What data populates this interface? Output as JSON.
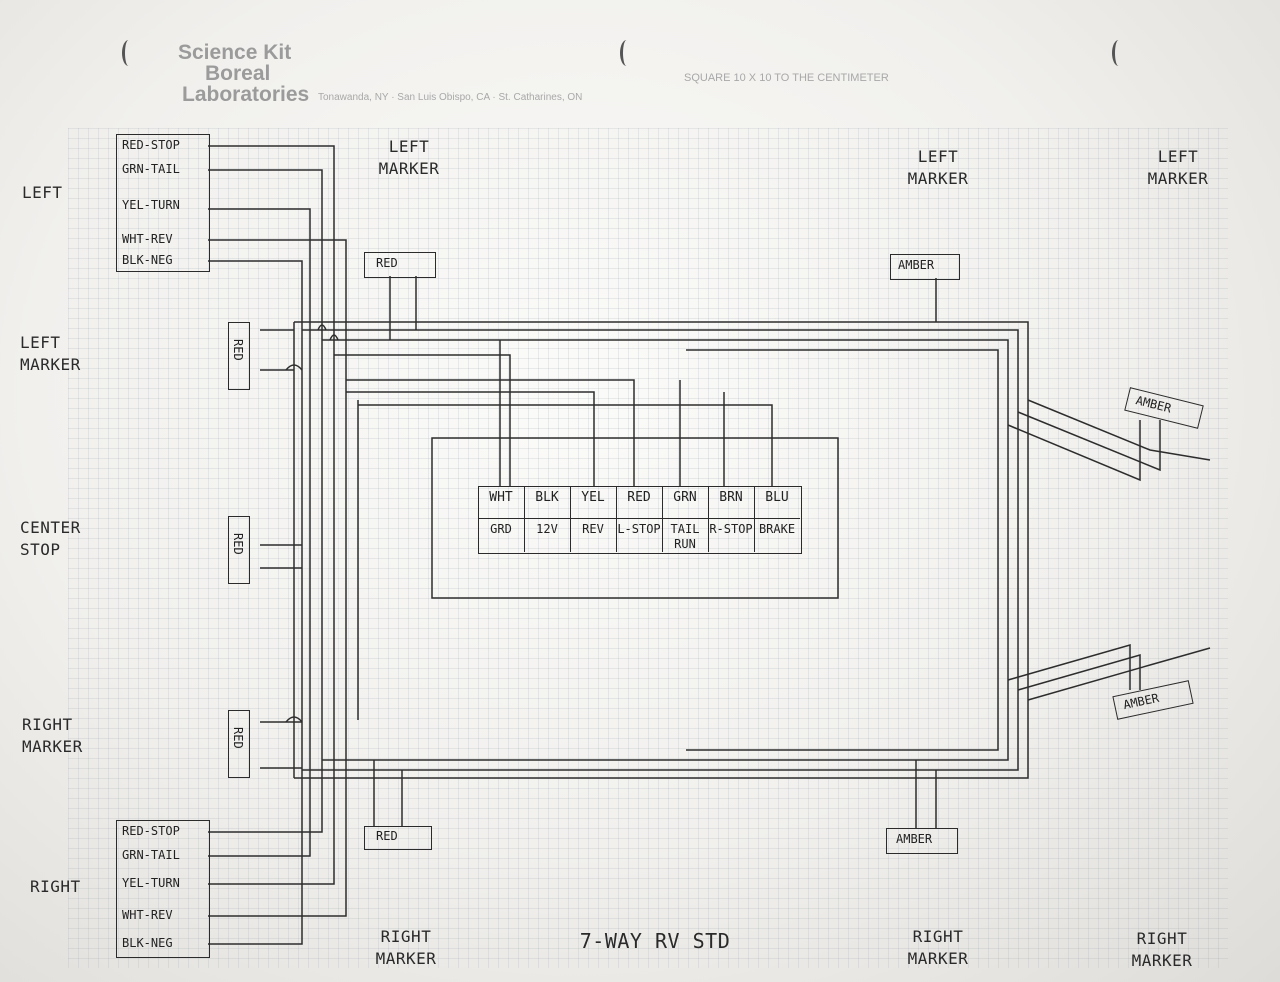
{
  "header": {
    "brand_line1": "Science Kit",
    "brand_line2": "Boreal",
    "brand_line3": "Laboratories",
    "locations": "Tonawanda, NY · San Luis Obispo, CA · St. Catharines, ON",
    "paper_spec": "SQUARE 10 X 10 TO THE CENTIMETER"
  },
  "side_labels": {
    "left": "LEFT",
    "left_marker": "LEFT MARKER",
    "center_stop": "CENTER STOP",
    "right_marker": "RIGHT MARKER",
    "right": "RIGHT"
  },
  "left_taillight": [
    "RED-STOP",
    "GRN-TAIL",
    "YEL-TURN",
    "WHT-REV",
    "BLK-NEG"
  ],
  "right_taillight": [
    "RED-STOP",
    "GRN-TAIL",
    "YEL-TURN",
    "WHT-REV",
    "BLK-NEG"
  ],
  "top_labels": [
    "LEFT MARKER",
    "LEFT MARKER",
    "LEFT MARKER"
  ],
  "bottom_labels": [
    "RIGHT MARKER",
    "RIGHT MARKER",
    "RIGHT MARKER"
  ],
  "lamps": {
    "red": "RED",
    "amber": "AMBER"
  },
  "connector": {
    "colors": [
      "WHT",
      "BLK",
      "YEL",
      "RED",
      "GRN",
      "BRN",
      "BLU"
    ],
    "functions": [
      "GRD",
      "12V",
      "REV",
      "L-STOP",
      "TAIL RUN",
      "R-STOP",
      "BRAKE"
    ]
  },
  "title": "7-WAY RV STD"
}
